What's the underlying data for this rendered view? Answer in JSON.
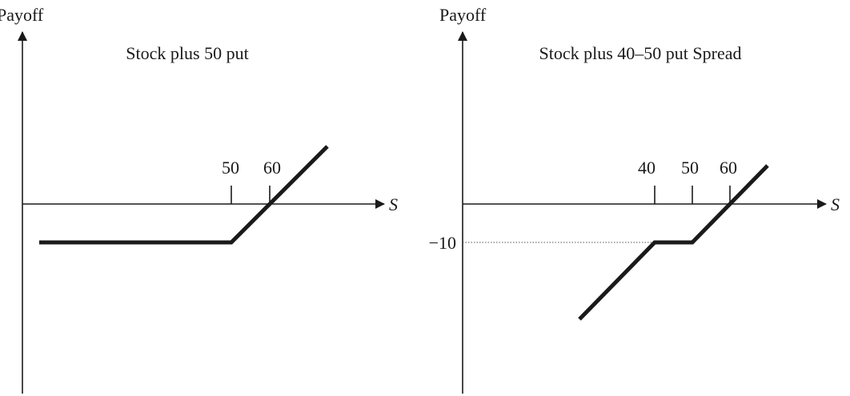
{
  "chart_data": [
    {
      "type": "line",
      "title": "Stock plus 50 put",
      "xlabel": "S",
      "ylabel": "Payoff",
      "x_tick_labels": [
        "50",
        "60"
      ],
      "x_ticks": [
        50,
        60
      ],
      "series": [
        {
          "x": [
            0,
            50,
            75
          ],
          "y": [
            -10,
            -10,
            15
          ]
        }
      ]
    },
    {
      "type": "line",
      "title": "Stock plus 40–50 put Spread",
      "xlabel": "S",
      "ylabel": "Payoff",
      "x_tick_labels": [
        "40",
        "50",
        "60"
      ],
      "x_ticks": [
        40,
        50,
        60
      ],
      "y_tick_labels": [
        "−10"
      ],
      "y_ticks": [
        -10
      ],
      "series": [
        {
          "x": [
            20,
            40,
            50,
            70
          ],
          "y": [
            -30,
            -10,
            -10,
            10
          ]
        }
      ]
    }
  ]
}
